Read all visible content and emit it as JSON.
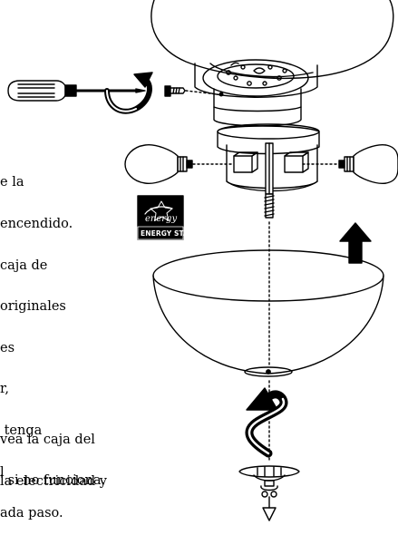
{
  "instructions": {
    "block1_lines": [
      "e la",
      "encendido.",
      "caja de",
      "originales",
      "es",
      "r,",
      " tenga",
      "l",
      "ada paso."
    ],
    "block2_lines": [
      "vea la caja del",
      "la electricidad y"
    ],
    "block3_lines": [
      "' si no funciona."
    ]
  },
  "energy_star": {
    "script_text": "energy",
    "label": "ENERGY STAR"
  },
  "icons": {
    "screwdriver": "screwdriver-icon",
    "screw": "screw-icon",
    "bulb_left": "light-bulb-icon",
    "bulb_right": "light-bulb-icon",
    "glass_bowl": "glass-bowl-icon",
    "pull_chain": "pull-chain-icon",
    "arrow_up": "arrow-up-icon",
    "curved_arrow": "curved-arrow-icon",
    "energy_star_logo": "energy-star-logo-icon"
  }
}
